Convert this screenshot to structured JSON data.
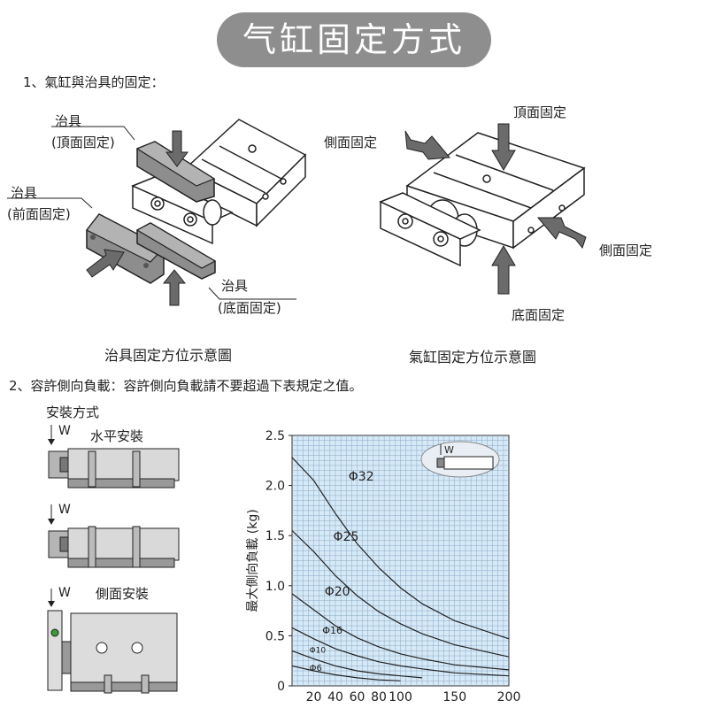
{
  "title": "气缸固定方式",
  "section1": {
    "heading": "1、氣缸與治具的固定：",
    "jig_top_label": "治具",
    "jig_top_sub": "(頂面固定)",
    "jig_front_label": "治具",
    "jig_front_sub": "(前面固定)",
    "jig_bottom_label": "治具",
    "jig_bottom_sub": "(底面固定)",
    "side_label_left": "側面固定",
    "top_label_right": "頂面固定",
    "side_label_right": "側面固定",
    "bottom_label_right": "底面固定",
    "caption_left": "治具固定方位示意圖",
    "caption_right": "氣缸固定方位示意圖"
  },
  "section2": {
    "heading": "2、容許側向負載：容許側向負載請不要超過下表規定之值。",
    "mount_title": "安裝方式",
    "mount_horizontal": "水平安裝",
    "mount_side": "側面安裝",
    "w_label": "W"
  },
  "chart_data": {
    "type": "line",
    "ylabel": "最大側向負載 (kg)",
    "xlabel": "",
    "ylim": [
      0,
      2.5
    ],
    "xlim": [
      0,
      200
    ],
    "yticks": [
      "0",
      "0.5",
      "1.0",
      "1.5",
      "2.0",
      "2.5"
    ],
    "xticks": [
      "20",
      "40",
      "60",
      "80",
      "100",
      "150",
      "200"
    ],
    "grid": true,
    "background": "#d6e9f7",
    "inset_w_label": "W",
    "series": [
      {
        "name": "Φ32",
        "x": [
          0,
          20,
          40,
          60,
          80,
          100,
          120,
          150,
          200
        ],
        "y": [
          2.28,
          2.05,
          1.72,
          1.42,
          1.18,
          0.98,
          0.82,
          0.65,
          0.47
        ]
      },
      {
        "name": "Φ25",
        "x": [
          0,
          20,
          40,
          60,
          80,
          100,
          120,
          150,
          200
        ],
        "y": [
          1.55,
          1.34,
          1.1,
          0.9,
          0.74,
          0.62,
          0.52,
          0.41,
          0.29
        ]
      },
      {
        "name": "Φ20",
        "x": [
          0,
          20,
          40,
          60,
          80,
          100,
          120,
          150,
          200
        ],
        "y": [
          0.92,
          0.76,
          0.6,
          0.48,
          0.39,
          0.32,
          0.27,
          0.21,
          0.16
        ]
      },
      {
        "name": "Φ16",
        "x": [
          0,
          20,
          40,
          60,
          80,
          100,
          120,
          150,
          200
        ],
        "y": [
          0.58,
          0.47,
          0.37,
          0.3,
          0.24,
          0.2,
          0.17,
          0.13,
          0.1
        ]
      },
      {
        "name": "Φ10",
        "x": [
          0,
          20,
          40,
          60,
          80,
          100,
          120
        ],
        "y": [
          0.35,
          0.27,
          0.2,
          0.15,
          0.12,
          0.1,
          0.08
        ]
      },
      {
        "name": "Φ6",
        "x": [
          0,
          20,
          40,
          60,
          80,
          100
        ],
        "y": [
          0.2,
          0.15,
          0.11,
          0.08,
          0.06,
          0.05
        ]
      }
    ]
  }
}
